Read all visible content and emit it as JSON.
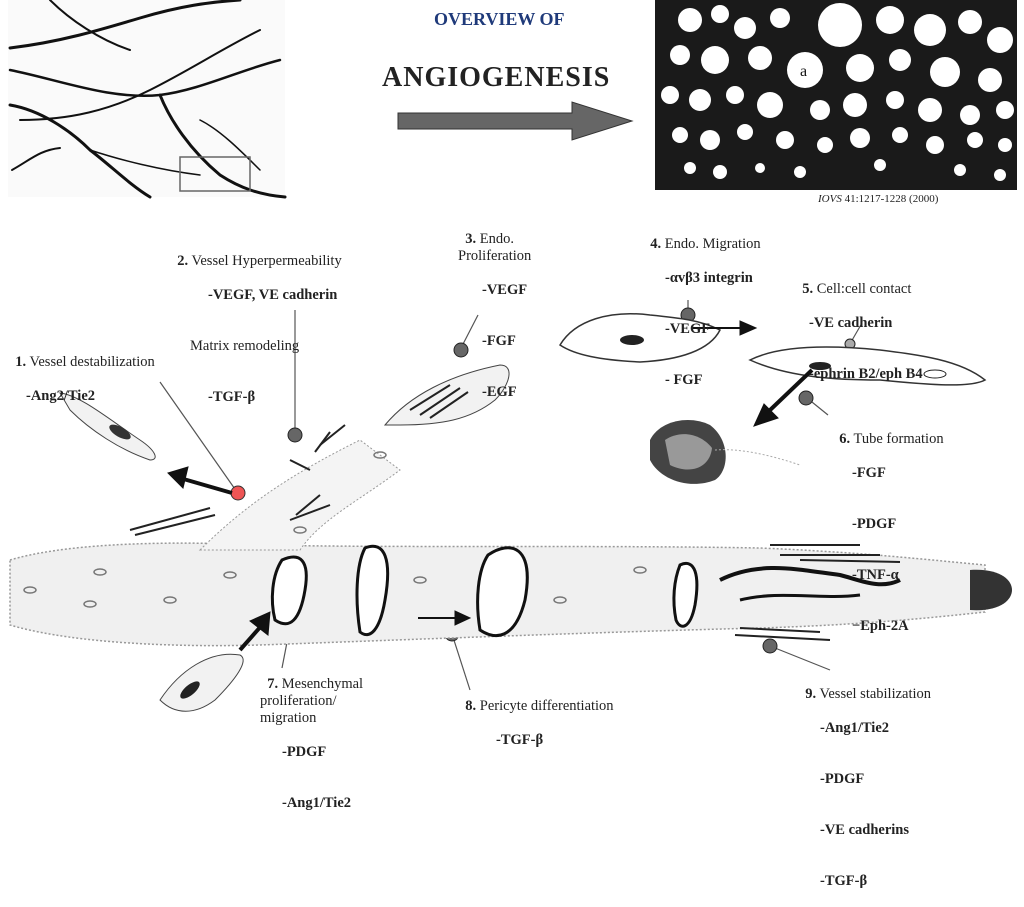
{
  "title": {
    "line1": "OVERVIEW OF",
    "line2": "ANGIOGENESIS"
  },
  "citation": {
    "journal": "IOVS",
    "ref": "41:1217-1228 (2000)"
  },
  "inset_label": "a",
  "steps": [
    {
      "num": "1.",
      "title": "Vessel destabilization",
      "factors": [
        "-Ang2/Tie2"
      ]
    },
    {
      "num": "2.",
      "title": "Vessel Hyperpermeability",
      "factors": [
        "-VEGF, VE cadherin"
      ],
      "extra_title": "Matrix remodeling",
      "extra_factors": [
        "-TGF-β"
      ]
    },
    {
      "num": "3.",
      "title": "Endo.\nProliferation",
      "factors": [
        "-VEGF",
        "-FGF",
        "-EGF"
      ]
    },
    {
      "num": "4.",
      "title": "Endo. Migration",
      "factors": [
        "-αvβ3 integrin",
        "-VEGF",
        "- FGF"
      ]
    },
    {
      "num": "5.",
      "title": "Cell:cell contact",
      "factors": [
        "-VE cadherin",
        "-ephrin B2/eph B4"
      ]
    },
    {
      "num": "6.",
      "title": "Tube formation",
      "factors": [
        "-FGF",
        "-PDGF",
        "-TNF-α",
        "−Eph-2A"
      ]
    },
    {
      "num": "7.",
      "title": "Mesenchymal\nproliferation/\nmigration",
      "factors": [
        "-PDGF",
        "-Ang1/Tie2"
      ]
    },
    {
      "num": "8.",
      "title": "Pericyte differentiation",
      "factors": [
        "-TGF-β"
      ]
    },
    {
      "num": "9.",
      "title": "Vessel stabilization",
      "factors": [
        "-Ang1/Tie2",
        "-PDGF",
        "-VE cadherins",
        "-TGF-β"
      ]
    }
  ]
}
